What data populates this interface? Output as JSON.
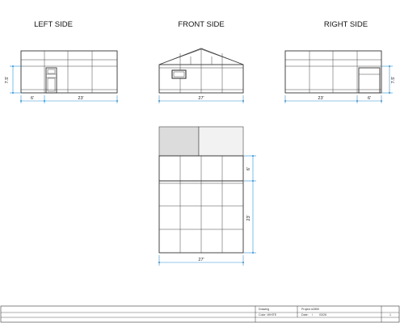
{
  "views": {
    "left_title": "LEFT SIDE",
    "front_title": "FRONT SIDE",
    "right_title": "RIGHT SIDE"
  },
  "dimensions": {
    "left_height": "7.5'",
    "left_door_width": "6'",
    "left_main_width": "23'",
    "front_width": "27'",
    "right_main_width": "23'",
    "right_door_width": "6'",
    "right_height": "7.5'",
    "plan_top_depth": "6'",
    "plan_main_depth": "23'",
    "plan_width": "27'"
  },
  "title_block": {
    "drawing_label": "Drawing",
    "project_label": "Project #2850",
    "color_label": "Color: WHITE",
    "date_label": "Date:",
    "date_value": "03/26",
    "page_num": "1"
  },
  "colors": {
    "line": "#333333",
    "dimension": "#2a8fd6",
    "plan_shade": "#dcdcdc"
  }
}
